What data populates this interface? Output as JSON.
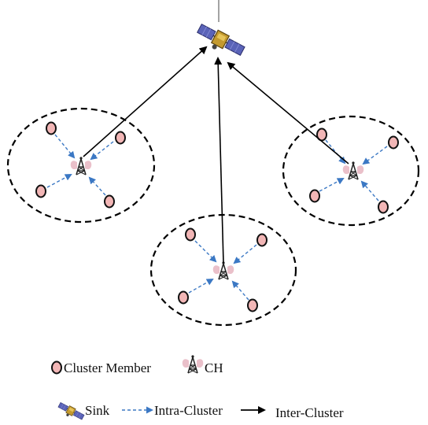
{
  "legend": {
    "member_label": "Cluster Member",
    "ch_label": "CH",
    "sink_label": "Sink",
    "intra_label": "Intra-Cluster",
    "inter_label": "Inter-Cluster"
  },
  "colors": {
    "member_fill": "#f2b6b6",
    "member_stroke": "#111111",
    "intra_arrow": "#3b78c4",
    "inter_arrow": "#000000",
    "ch_wave": "#e8b9c4",
    "cluster_border": "#000000",
    "satellite_panel": "#5a63b8",
    "satellite_body": "#c49a2e"
  }
}
